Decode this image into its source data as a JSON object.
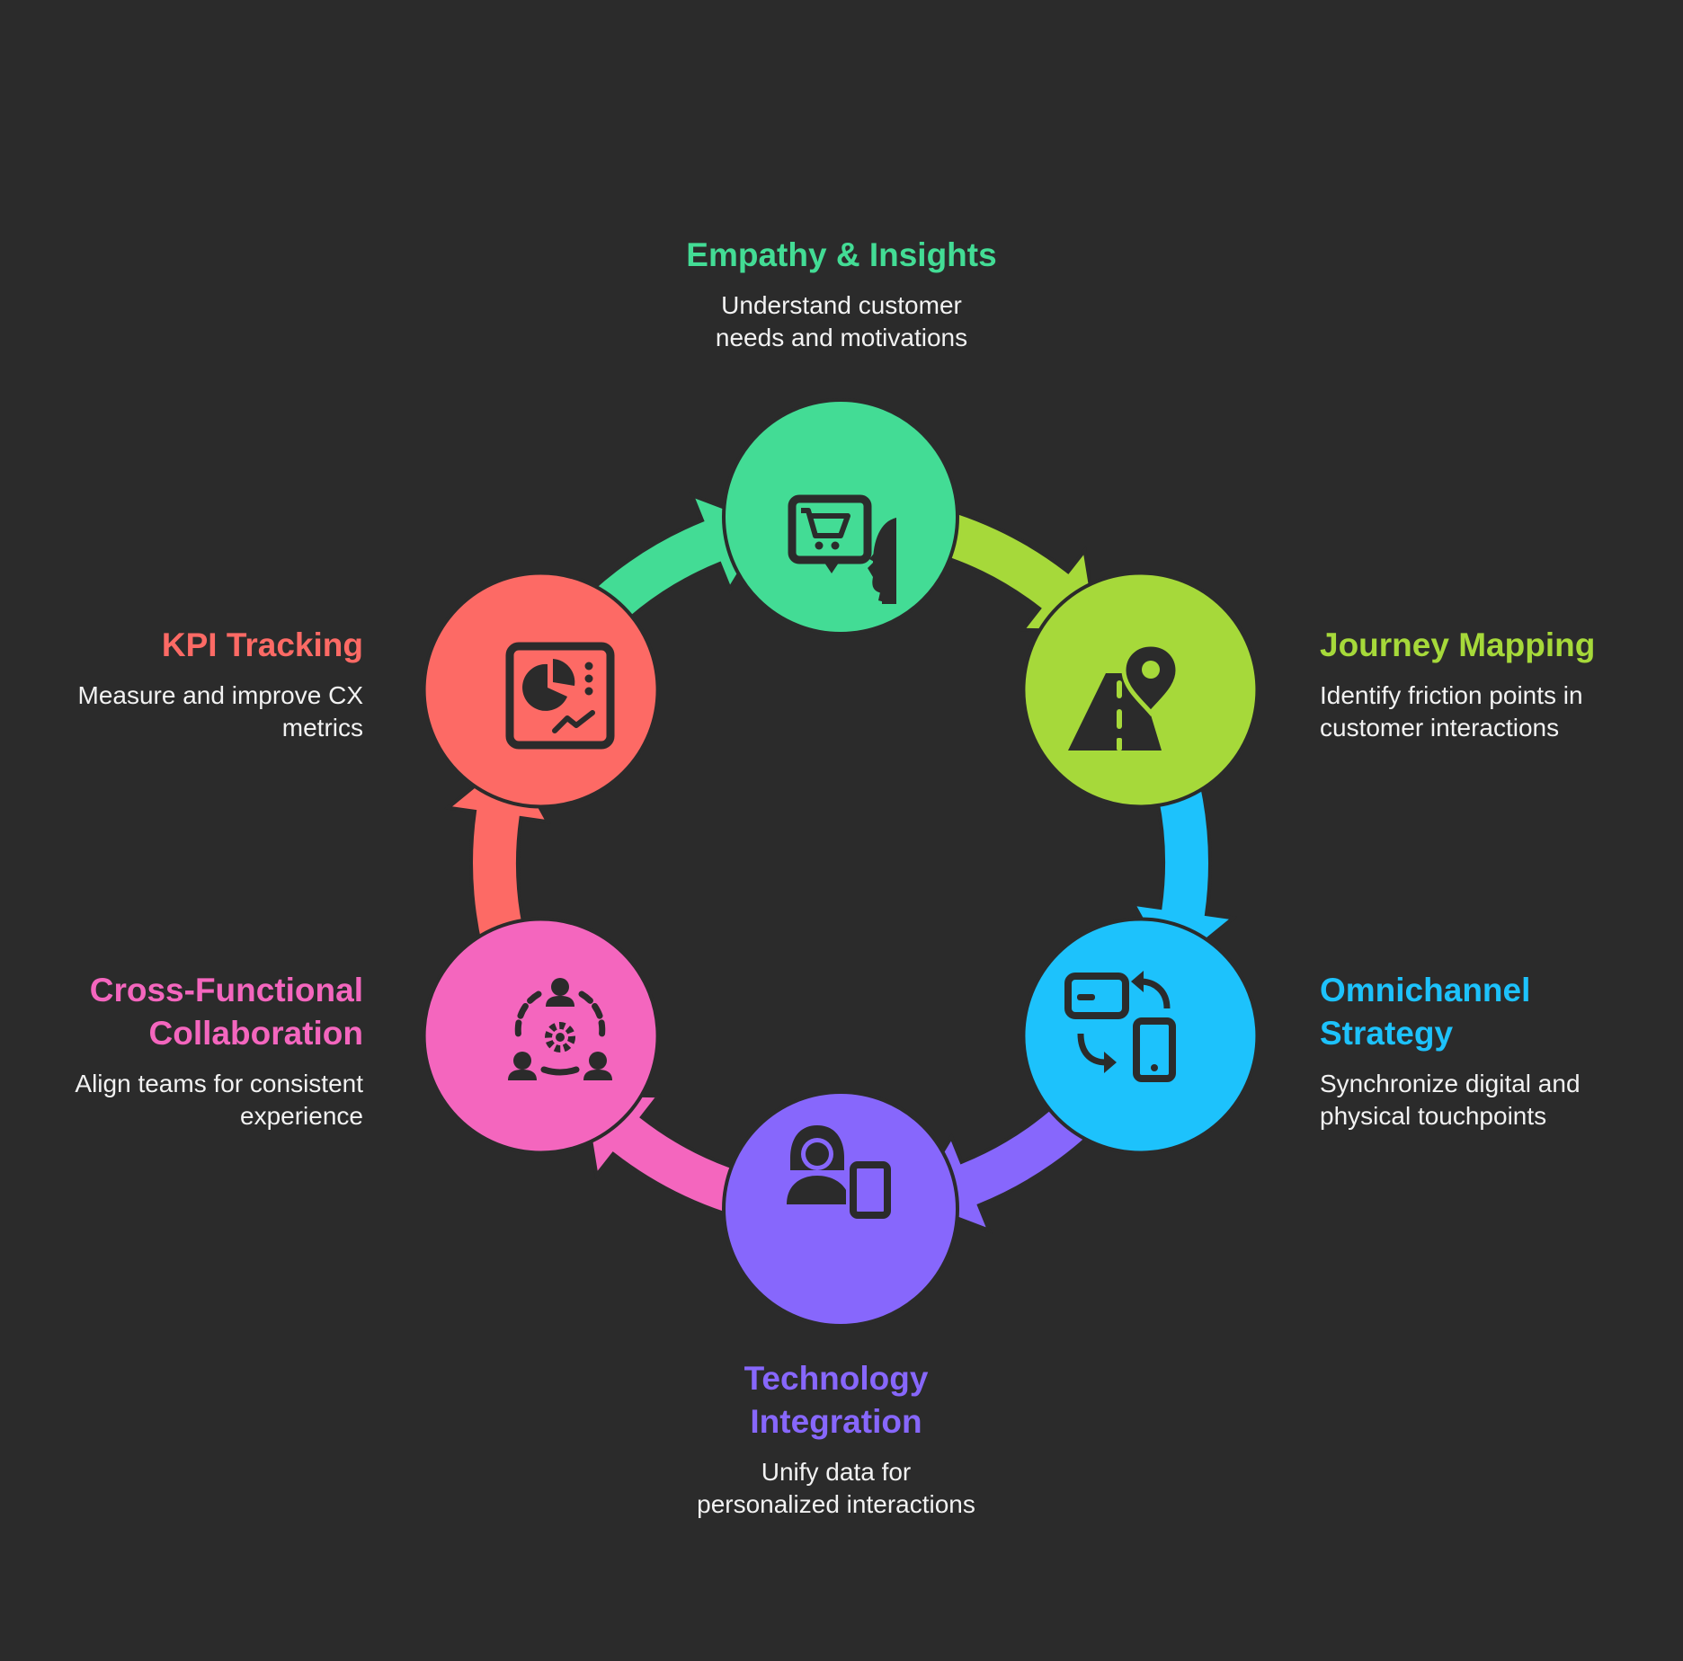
{
  "colors": {
    "background": "#2b2b2b",
    "icon_stroke": "#2b2b2b",
    "description_text": "#f2f2f2"
  },
  "steps": [
    {
      "title": "Empathy & Insights",
      "description_lines": [
        "Understand customer",
        "needs and motivations"
      ],
      "color": "#43dc95",
      "icon": "shopping-cart-chat-icon"
    },
    {
      "title": "Journey Mapping",
      "description_lines": [
        "Identify friction points in",
        "customer interactions"
      ],
      "color": "#a6d93a",
      "icon": "road-location-pin-icon"
    },
    {
      "title": "Omnichannel Strategy",
      "title_lines": [
        "Omnichannel",
        "Strategy"
      ],
      "description_lines": [
        "Synchronize digital and",
        "physical touchpoints"
      ],
      "color": "#1dc2fc",
      "icon": "card-phone-sync-icon"
    },
    {
      "title": "Technology Integration",
      "title_lines": [
        "Technology",
        "Integration"
      ],
      "description_lines": [
        "Unify data for",
        "personalized interactions"
      ],
      "color": "#8767fc",
      "icon": "user-device-icon"
    },
    {
      "title": "Cross-Functional Collaboration",
      "title_lines": [
        "Cross-Functional",
        "Collaboration"
      ],
      "description_lines": [
        "Align teams for consistent",
        "experience"
      ],
      "color": "#f466be",
      "icon": "team-gear-icon"
    },
    {
      "title": "KPI Tracking",
      "description_lines": [
        "Measure and improve CX",
        "metrics"
      ],
      "color": "#fd6a65",
      "icon": "dashboard-chart-icon"
    }
  ]
}
